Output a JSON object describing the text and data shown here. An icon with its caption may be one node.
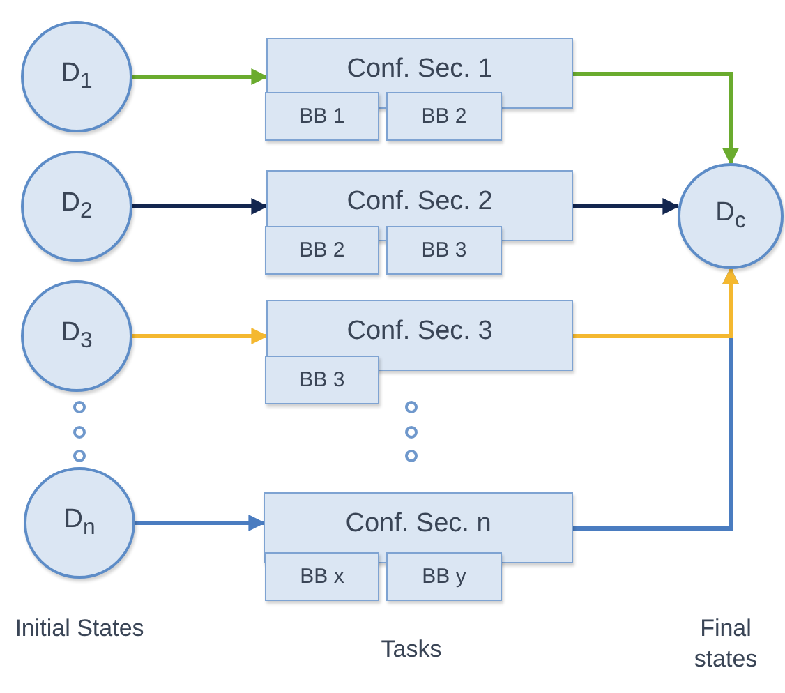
{
  "diagram": {
    "nodes": [
      {
        "text": [
          "D$_{1}$"
        ]
      },
      {
        "text": [
          "Conf. Sec. 1"
        ]
      },
      {
        "text": [
          "BB 1"
        ]
      },
      {
        "text": [
          "BB 2"
        ]
      },
      {
        "text": [
          "D$_{2}$"
        ]
      },
      {
        "text": [
          "Conf. Sec. 2"
        ]
      },
      {
        "text": [
          "BB 2"
        ]
      },
      {
        "text": [
          "BB 3"
        ]
      },
      {
        "text": [
          "D$_{c}$"
        ]
      },
      {
        "text": [
          "D$_{3}$"
        ]
      },
      {
        "text": [
          "Conf. Sec. 3"
        ]
      },
      {
        "text": [
          "BB 3"
        ]
      },
      {
        "text": [
          "D$_{n}$"
        ]
      },
      {
        "text": [
          "Conf. Sec. n"
        ]
      },
      {
        "text": [
          "BB x"
        ]
      },
      {
        "text": [
          "BB y"
        ]
      }
    ],
    "edges": [
      {
        "from": 0,
        "to": 1,
        "arrow": "to",
        "color": "#6aab2e"
      },
      {
        "from": 1,
        "to": 8,
        "arrow": "to",
        "color": "#6aab2e"
      },
      {
        "from": 4,
        "to": 5,
        "arrow": "to",
        "color": "#13264f"
      },
      {
        "from": 5,
        "to": 8,
        "arrow": "to",
        "color": "#13264f"
      },
      {
        "from": 9,
        "to": 10,
        "arrow": "to",
        "color": "#f4b830"
      },
      {
        "from": 10,
        "to": 8,
        "arrow": "to",
        "color": "#f4b830"
      },
      {
        "from": 12,
        "to": 13,
        "arrow": "to",
        "color": "#4a7cc0"
      },
      {
        "from": 13,
        "to": 8,
        "arrow": "to",
        "color": "#4a7cc0"
      }
    ],
    "labels": [
      "Initial States",
      "Tasks",
      "Final states"
    ]
  }
}
